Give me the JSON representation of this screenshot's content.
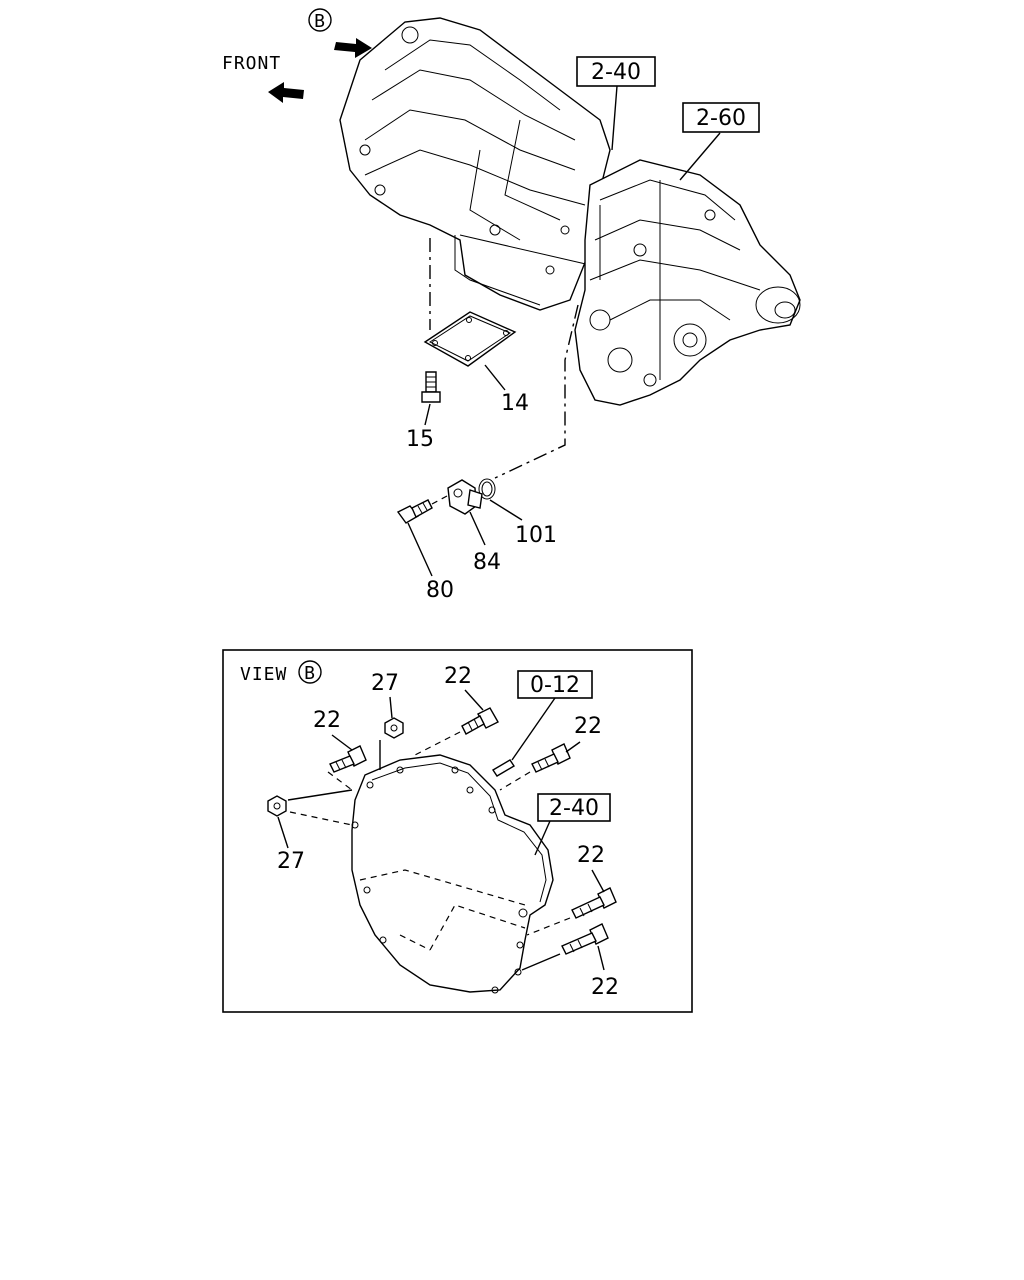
{
  "top_section": {
    "view_marker": "B",
    "front_label": "FRONT",
    "ref_boxes": [
      "2-40",
      "2-60"
    ],
    "callouts": {
      "c14": "14",
      "c15": "15",
      "c101": "101",
      "c84": "84",
      "c80": "80"
    }
  },
  "view_panel": {
    "title": "VIEW",
    "title_marker": "B",
    "ref_boxes": [
      "0-12",
      "2-40"
    ],
    "callouts": {
      "c27_top": "27",
      "c22_top": "22",
      "c22_left": "22",
      "c22_mid": "22",
      "c27_left": "27",
      "c22_right_top": "22",
      "c22_right_bot": "22"
    }
  }
}
